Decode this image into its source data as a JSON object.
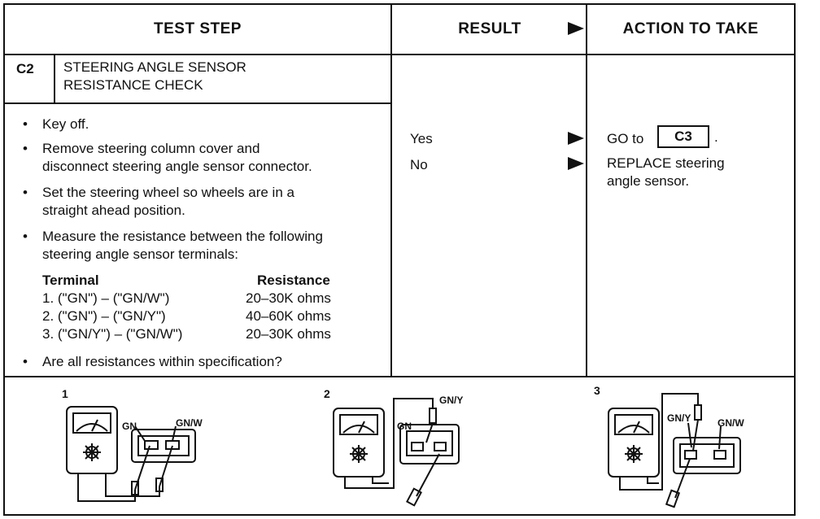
{
  "headers": {
    "test_step": "TEST STEP",
    "result": "RESULT",
    "action": "ACTION TO TAKE"
  },
  "step": {
    "id": "C2",
    "title_line1": "STEERING ANGLE SENSOR",
    "title_line2": "RESISTANCE CHECK"
  },
  "instructions": {
    "b1": "Key off.",
    "b2_l1": "Remove steering column cover and",
    "b2_l2": "disconnect steering angle sensor connector.",
    "b3_l1": "Set the steering wheel so wheels are in a",
    "b3_l2": "straight ahead position.",
    "b4_l1": "Measure the resistance between the following",
    "b4_l2": "steering angle sensor terminals:",
    "b5": "Are all resistances within specification?"
  },
  "spec_table": {
    "col_terminal": "Terminal",
    "col_resistance": "Resistance",
    "rows": [
      {
        "terminal": "1.  (\"GN\") – (\"GN/W\")",
        "resistance": "20–30K ohms"
      },
      {
        "terminal": "2.  (\"GN\") – (\"GN/Y\")",
        "resistance": "40–60K ohms"
      },
      {
        "terminal": "3.  (\"GN/Y\") – (\"GN/W\")",
        "resistance": "20–30K ohms"
      }
    ]
  },
  "results": {
    "yes": "Yes",
    "no": "No"
  },
  "actions": {
    "yes_prefix": "GO to",
    "yes_ref": "C3",
    "yes_suffix": ".",
    "no_l1": "REPLACE steering",
    "no_l2": "angle sensor."
  },
  "diagrams": [
    {
      "number": "1",
      "label_a": "GN",
      "label_b": "GN/W"
    },
    {
      "number": "2",
      "label_a": "GN",
      "label_b": "GN/Y"
    },
    {
      "number": "3",
      "label_a": "GN/Y",
      "label_b": "GN/W"
    }
  ]
}
